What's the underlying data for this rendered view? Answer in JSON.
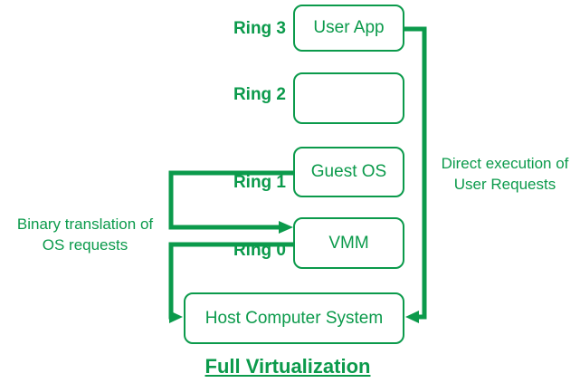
{
  "colors": {
    "diagram-green": "#0b9a4b",
    "bg": "#ffffff"
  },
  "rings": [
    {
      "label": "Ring 3",
      "box_text": "User App"
    },
    {
      "label": "Ring 2",
      "box_text": ""
    },
    {
      "label": "Ring 1",
      "box_text": "Guest OS"
    },
    {
      "label": "Ring 0",
      "box_text": "VMM"
    }
  ],
  "host_box": {
    "text": "Host Computer System"
  },
  "annotations": {
    "left": {
      "line1": "Binary translation of",
      "line2": "OS requests"
    },
    "right": {
      "line1": "Direct execution of",
      "line2": "User Requests"
    }
  },
  "title": "Full Virtualization"
}
